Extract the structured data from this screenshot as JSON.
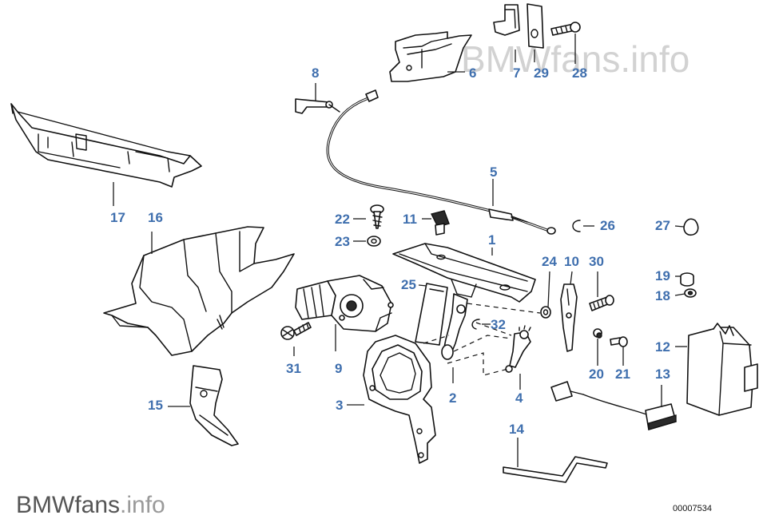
{
  "watermark": {
    "top_brand": "BMW",
    "top_suffix": "fans.info",
    "bottom_brand": "BMWfans",
    "bottom_suffix": ".info"
  },
  "diagram_code": "00007534",
  "callouts": {
    "c1": "1",
    "c2": "2",
    "c3": "3",
    "c4": "4",
    "c5": "5",
    "c6": "6",
    "c7": "7",
    "c8": "8",
    "c9": "9",
    "c10": "10",
    "c11": "11",
    "c12": "12",
    "c13": "13",
    "c14": "14",
    "c15": "15",
    "c16": "16",
    "c17": "17",
    "c18": "18",
    "c19": "19",
    "c20": "20",
    "c21": "21",
    "c22": "22",
    "c23": "23",
    "c24": "24",
    "c25": "25",
    "c26": "26",
    "c27": "27",
    "c28": "28",
    "c29": "29",
    "c30": "30",
    "c31": "31",
    "c32": "32"
  },
  "colors": {
    "callout": "#3f6fae",
    "line": "#111111",
    "watermark_top": "#d2d2d2",
    "watermark_bottom": "#555555"
  }
}
